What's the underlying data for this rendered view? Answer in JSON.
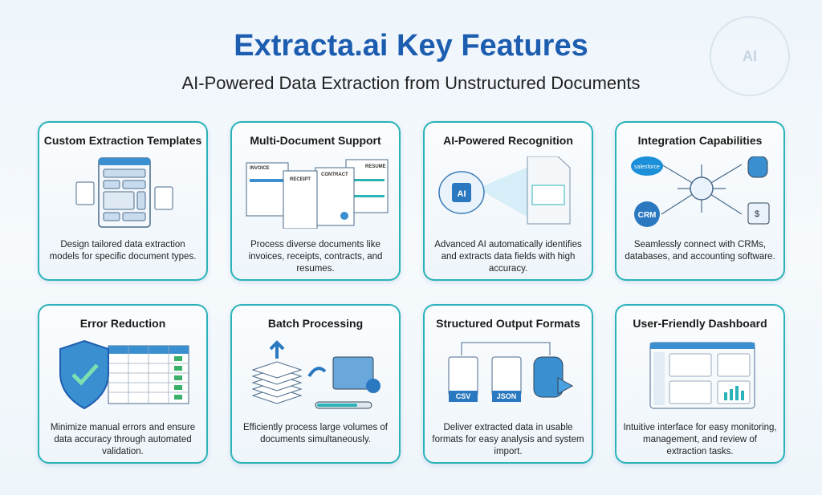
{
  "header": {
    "title": "Extracta.ai Key Features",
    "subtitle": "AI-Powered Data Extraction from Unstructured Documents",
    "badge": "AI"
  },
  "colors": {
    "title": "#1d5db0",
    "card_border": "#2ab3b8",
    "accent": "#3a8fd0"
  },
  "cards": [
    {
      "title": "Custom Extraction Templates",
      "desc": "Design tailored data extraction models for specific document types.",
      "icon": "template-flow-icon"
    },
    {
      "title": "Multi-Document Support",
      "desc": "Process diverse documents like invoices, receipts, contracts, and resumes.",
      "icon": "documents-icon",
      "labels": [
        "INVOICE",
        "RECEIPT",
        "CONTRACT",
        "RESUME"
      ]
    },
    {
      "title": "AI-Powered Recognition",
      "desc": "Advanced AI automatically identifies and extracts data fields with high accuracy.",
      "icon": "ai-brain-icon",
      "labels": [
        "AI"
      ]
    },
    {
      "title": "Integration Capabilities",
      "desc": "Seamlessly connect with CRMs, databases, and accounting software.",
      "icon": "integration-hub-icon",
      "labels": [
        "salesforce",
        "CRM",
        "$"
      ]
    },
    {
      "title": "Error Reduction",
      "desc": "Minimize manual errors and ensure data accuracy through automated validation.",
      "icon": "shield-check-icon"
    },
    {
      "title": "Batch Processing",
      "desc": "Efficiently process large volumes of documents simultaneously.",
      "icon": "batch-stack-icon"
    },
    {
      "title": "Structured Output Formats",
      "desc": "Deliver extracted data in usable formats for easy analysis and system import.",
      "icon": "output-formats-icon",
      "labels": [
        "CSV",
        "JSON"
      ]
    },
    {
      "title": "User-Friendly Dashboard",
      "desc": "Intuitive interface for easy monitoring, management, and review of extraction tasks.",
      "icon": "dashboard-icon"
    }
  ]
}
